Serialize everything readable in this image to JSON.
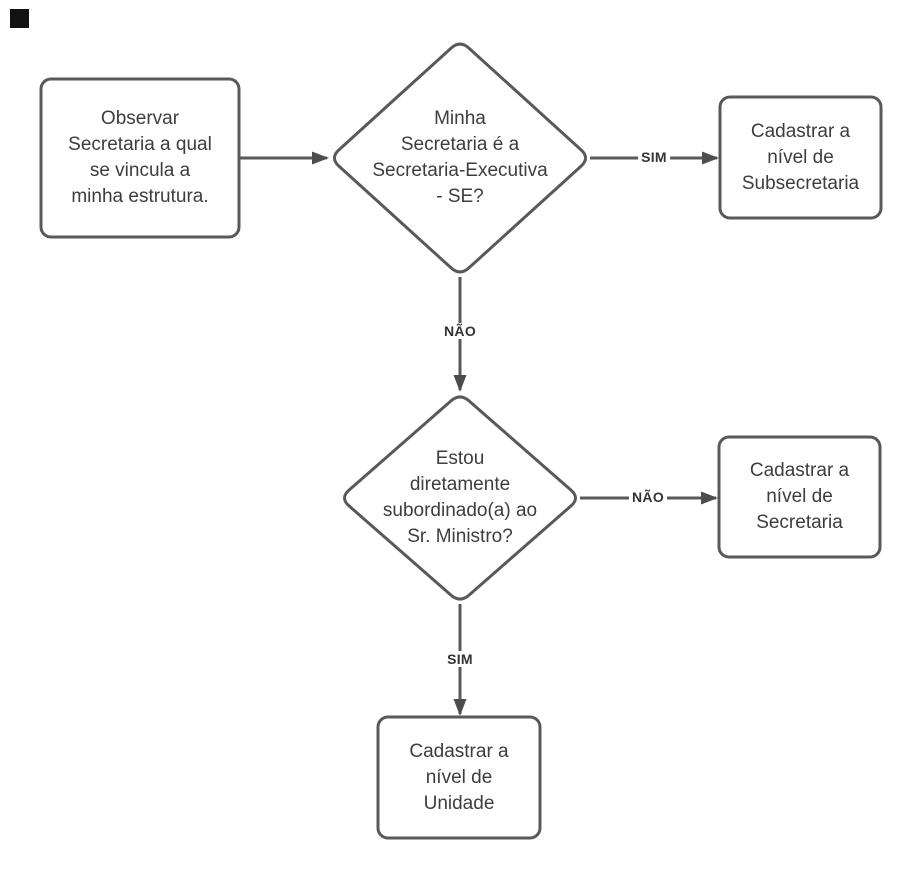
{
  "colors": {
    "background": "#ffffff",
    "shape_stroke": "#595959",
    "shape_fill": "#ffffff",
    "arrow_line": "#595959",
    "arrowhead": "#4d4d4d",
    "node_text": "#3d3d3d",
    "edge_label_text": "#333333",
    "corner_marker": "#121212"
  },
  "flowchart": {
    "nodes": {
      "start": {
        "shape": "rounded-rectangle",
        "lines": [
          "Observar",
          "Secretaria a qual",
          "se vincula a",
          "minha estrutura."
        ]
      },
      "decision_se": {
        "shape": "diamond",
        "lines": [
          "Minha",
          "Secretaria é a",
          "Secretaria-Executiva",
          "- SE?"
        ]
      },
      "register_subsecretaria": {
        "shape": "rounded-rectangle",
        "lines": [
          "Cadastrar a",
          "nível de",
          "Subsecretaria"
        ]
      },
      "decision_ministro": {
        "shape": "diamond",
        "lines": [
          "Estou",
          "diretamente",
          "subordinado(a) ao",
          "Sr. Ministro?"
        ]
      },
      "register_secretaria": {
        "shape": "rounded-rectangle",
        "lines": [
          "Cadastrar a",
          "nível de",
          "Secretaria"
        ]
      },
      "register_unidade": {
        "shape": "rounded-rectangle",
        "lines": [
          "Cadastrar a",
          "nível de",
          "Unidade"
        ]
      }
    },
    "edges": [
      {
        "from": "start",
        "to": "decision_se",
        "label": ""
      },
      {
        "from": "decision_se",
        "to": "register_subsecretaria",
        "label": "SIM"
      },
      {
        "from": "decision_se",
        "to": "decision_ministro",
        "label": "NÃO"
      },
      {
        "from": "decision_ministro",
        "to": "register_secretaria",
        "label": "NÃO"
      },
      {
        "from": "decision_ministro",
        "to": "register_unidade",
        "label": "SIM"
      }
    ]
  }
}
